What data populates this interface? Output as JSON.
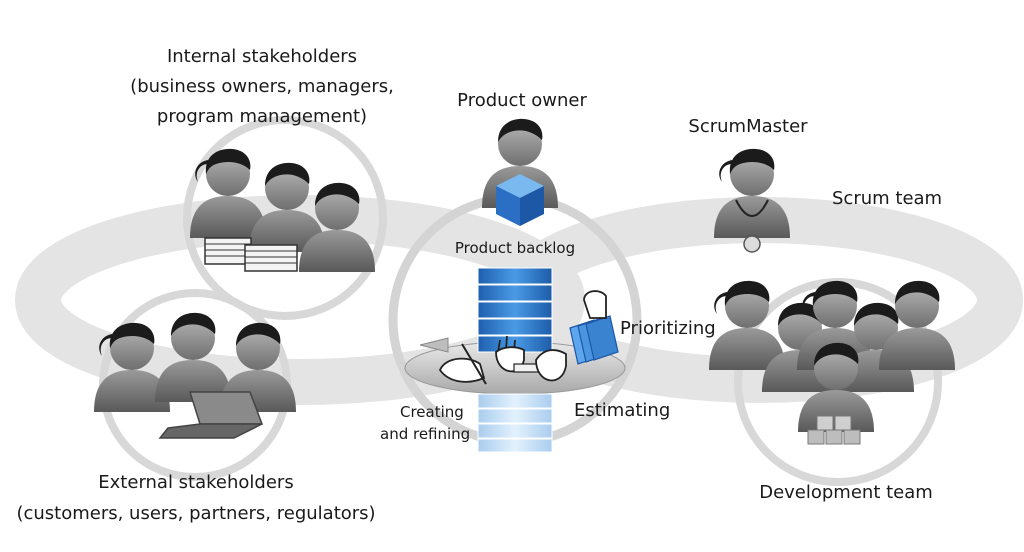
{
  "labels": {
    "internal_line1": "Internal stakeholders",
    "internal_line2": "(business owners, managers,",
    "internal_line3": "program management)",
    "product_owner": "Product owner",
    "scrum_master": "ScrumMaster",
    "scrum_team": "Scrum team",
    "product_backlog": "Product backlog",
    "prioritizing": "Prioritizing",
    "estimating": "Estimating",
    "creating_line1": "Creating",
    "creating_line2": "and refining",
    "external_line1": "External stakeholders",
    "external_line2": "(customers, users, partners, regulators)",
    "development_team": "Development team"
  },
  "colors": {
    "ring": "#e2e2e2",
    "ring_outline": "#cfcfcf",
    "person_body": "#8c8c8c",
    "person_head": "#9a9a9a",
    "hair": "#1b1b1b",
    "backlog_blue": "#2f7fd3",
    "backlog_light": "#cfe6fb"
  }
}
